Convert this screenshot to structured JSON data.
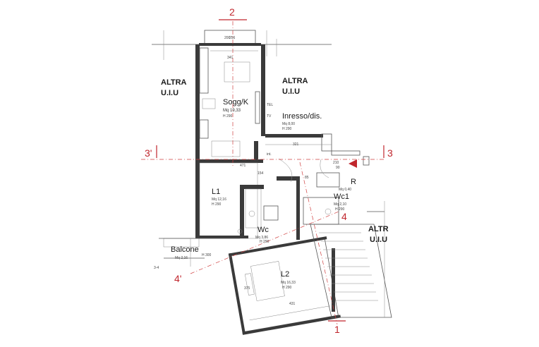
{
  "neighbors": {
    "left_title": "ALTRA",
    "left_sub": "U.I.U",
    "right_title": "ALTRA",
    "right_sub": "U.I.U",
    "bottom_right_title": "ALTR",
    "bottom_right_sub": "U.I.U"
  },
  "rooms": {
    "sogg": {
      "name": "Sogg/K",
      "area": "Mq 19,33",
      "height": "H 290"
    },
    "ingresso": {
      "name": "Inresso/dis.",
      "area": "Mq   8,00",
      "height": "H 290"
    },
    "l1": {
      "name": "L1",
      "area": "Mq 12,16",
      "height": "H 290"
    },
    "wc": {
      "name": "Wc",
      "area": "Mq 3,86",
      "height": "H 290"
    },
    "wc1": {
      "name": "Wc1",
      "area": "Mq 2,10",
      "height": "H 290"
    },
    "r": {
      "name": "R",
      "area": "Mq 0,40"
    },
    "l2": {
      "name": "L2",
      "area": "Mq 16,33",
      "height": "H 290"
    },
    "balcone": {
      "name": "Balcone",
      "area": "Mq 2,16",
      "height": "H 300"
    }
  },
  "sections": {
    "s2": "2",
    "s3_left": "3'",
    "s3_right": "3",
    "s4": "4",
    "s4_prime": "4'",
    "s1": "1"
  },
  "dimensions": {
    "d341": "341",
    "d321": "321",
    "d471": "471",
    "d154": "154",
    "d210": "210",
    "d90": "90",
    "d85": "85",
    "d431": "431",
    "d375": "375",
    "d34": "3-4",
    "d200": "200",
    "d256": "256"
  },
  "fixtures": {
    "tel": "TEL",
    "tv": "TV",
    "int": "int."
  }
}
